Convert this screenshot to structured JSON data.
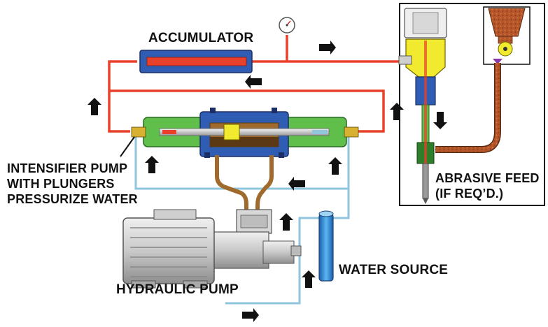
{
  "labels": {
    "accumulator": "ACCUMULATOR",
    "intensifier": [
      "INTENSIFIER PUMP",
      "WITH PLUNGERS",
      "PRESSURIZE WATER"
    ],
    "abrasive": [
      "ABRASIVE FEED",
      "(IF REQ’D.)"
    ],
    "water_source": "WATER SOURCE",
    "hydraulic_pump": "HYDRAULIC PUMP"
  },
  "colors": {
    "high_pressure_line": "#e8402a",
    "low_pressure_line": "#8fc6dc",
    "hydraulic_oil_line": "#a06a2c",
    "intensifier_body": "#2f5db3",
    "end_caps": "#5fbf4a",
    "nozzle_body": "#f2ea2e",
    "abrasive_hopper": "#b5552a",
    "motor": "#c8c8c8",
    "water_tank": "#3e9be0"
  }
}
